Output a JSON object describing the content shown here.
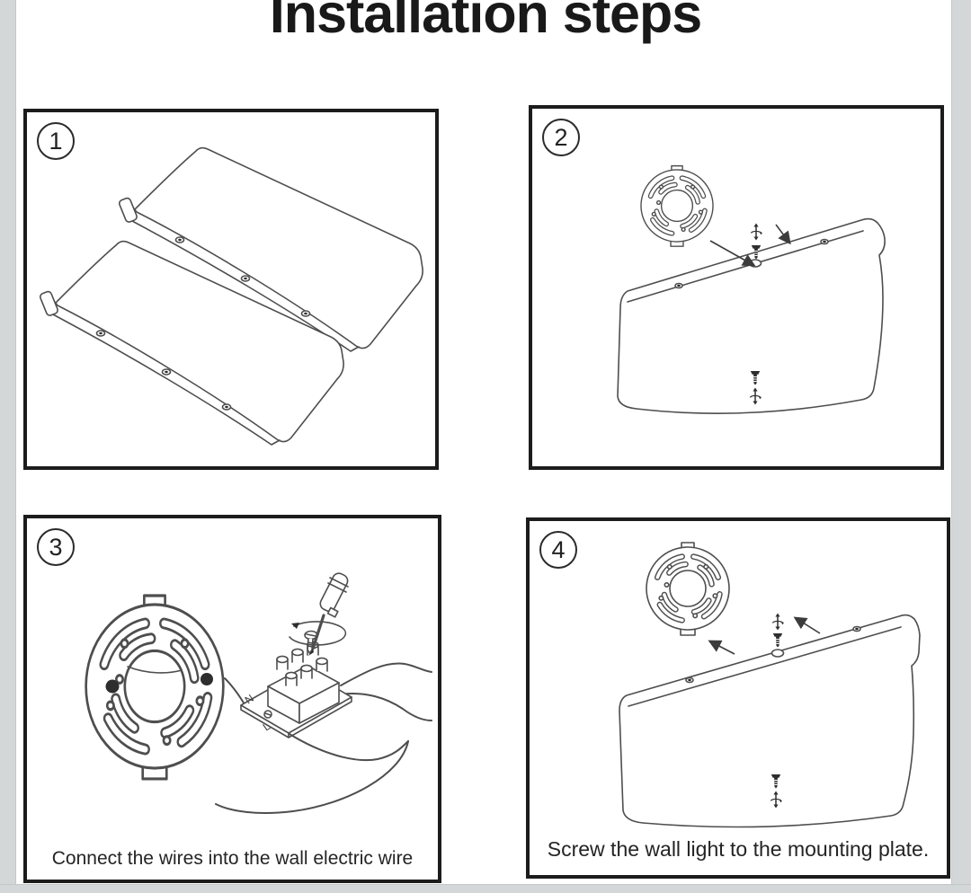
{
  "header": {
    "title": "Installation steps"
  },
  "steps": [
    {
      "number": "1",
      "caption": ""
    },
    {
      "number": "2",
      "caption": ""
    },
    {
      "number": "3",
      "caption": "Connect the wires into the wall electric wire"
    },
    {
      "number": "4",
      "caption": "Screw the wall light to the mounting plate."
    }
  ],
  "illustrations": {
    "step1": "two-lamp-shade-covers",
    "step2": "mounting-plate-above-wall-light-body-with-screws",
    "step3": "mounting-plate-terminal-block-screwdriver-and-wires",
    "step4": "wall-light-body-attached-to-mounting-plate-with-screws"
  },
  "terminal_block_labels": {
    "neutral": "N",
    "live": "L"
  },
  "icons": [
    "screw-icon",
    "rotation-arrow-icon",
    "screwdriver-icon",
    "mounting-plate",
    "arrow"
  ],
  "colors": {
    "page_background": "#ffffff",
    "edge_strip": "#d4d7d8",
    "panel_border": "#1c1c1c",
    "line_art": "#4e4e4e",
    "title_text": "#191919",
    "caption_text": "#242424"
  }
}
